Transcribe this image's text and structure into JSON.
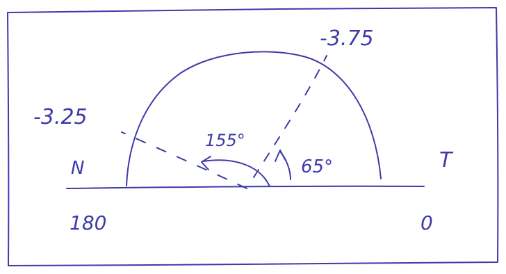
{
  "ink_color": "#3e3aa8",
  "labels": {
    "left_value": "-3.25",
    "right_value": "-3.75",
    "left_angle": "155°",
    "right_angle": "65°",
    "left_end": "N",
    "right_end": "T",
    "left_scale": "180",
    "right_scale": "0"
  }
}
